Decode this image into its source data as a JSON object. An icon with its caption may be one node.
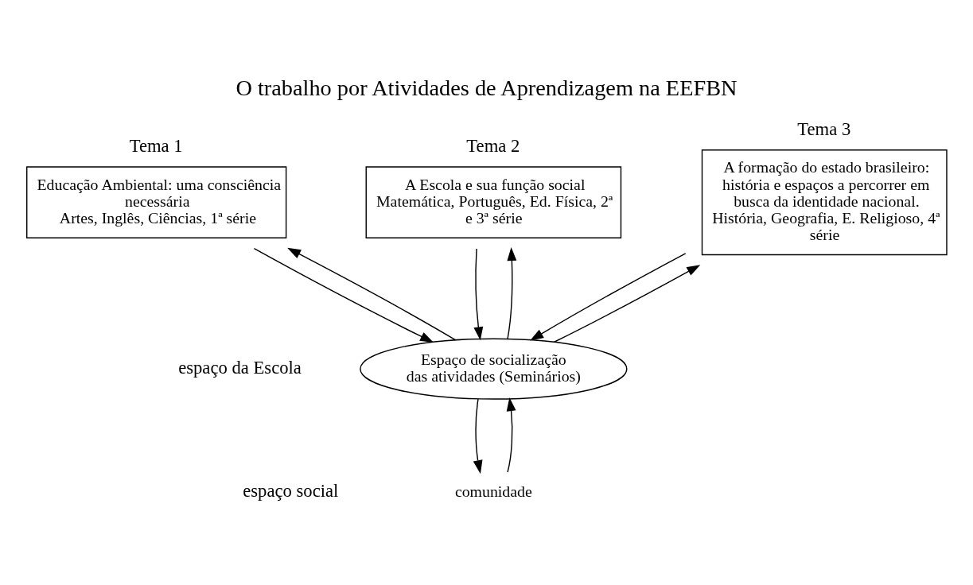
{
  "diagram": {
    "title": "O trabalho por Atividades de Aprendizagem na EEFBN",
    "nodes": [
      {
        "text": [
          "Educação Ambiental: uma consciência necessária",
          "Artes, Inglês, Ciências, 1ª série"
        ],
        "beside": [
          "Tema 1"
        ]
      },
      {
        "text": [
          "A Escola e sua função social",
          "Matemática, Português, Ed. Física, 2ª e 3ª série"
        ],
        "beside": [
          "Tema 2"
        ]
      },
      {
        "text": [
          "A formação do estado brasileiro: história e espaços a percorrer em busca da identidade nacional.",
          "História, Geografia, E. Religioso, 4ª série"
        ],
        "beside": [
          "Tema 3"
        ]
      },
      {
        "text": [
          "Espaço de socialização",
          "das atividades (Seminários)"
        ]
      },
      {
        "text": [
          "comunidade"
        ]
      }
    ],
    "edges": [
      {
        "from": 3,
        "to": 0,
        "arrow": "to"
      },
      {
        "from": 0,
        "to": 3,
        "arrow": "to"
      },
      {
        "from": 3,
        "to": 1,
        "arrow": "to"
      },
      {
        "from": 1,
        "to": 3,
        "arrow": "to"
      },
      {
        "from": 2,
        "to": 3,
        "arrow": "to"
      },
      {
        "from": 3,
        "to": 2,
        "arrow": "to"
      },
      {
        "from": 4,
        "to": 3,
        "arrow": "to"
      },
      {
        "from": 3,
        "to": 4,
        "arrow": "to"
      }
    ],
    "labels": [
      "espaço da Escola",
      "espaço social"
    ]
  }
}
